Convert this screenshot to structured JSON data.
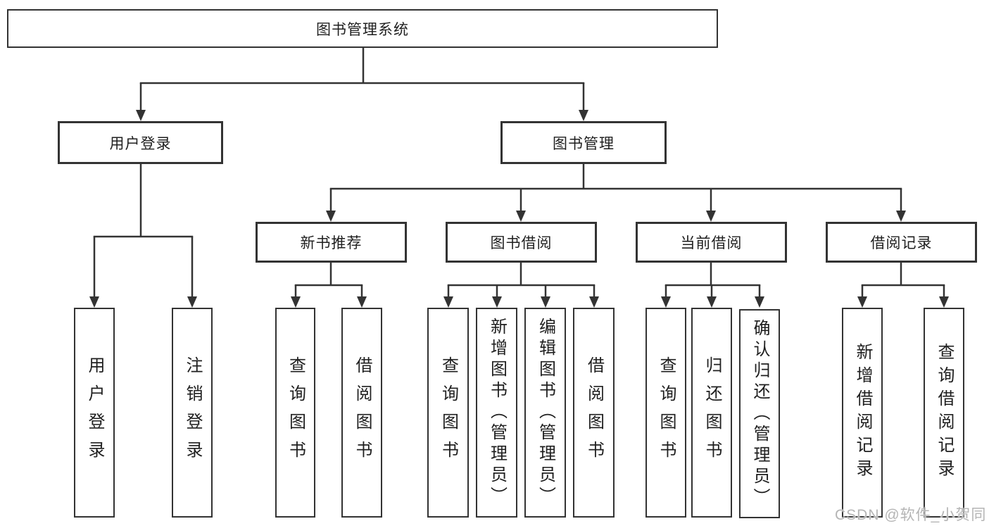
{
  "tree": {
    "root": "图书管理系统",
    "branches": [
      {
        "label": "用户登录",
        "leaves": [
          "用户登录",
          "注销登录"
        ]
      },
      {
        "label": "图书管理",
        "groups": [
          {
            "label": "新书推荐",
            "leaves": [
              "查询图书",
              "借阅图书"
            ]
          },
          {
            "label": "图书借阅",
            "leaves": [
              "查询图书",
              "新增图书（管理员）",
              "编辑图书（管理员）",
              "借阅图书"
            ]
          },
          {
            "label": "当前借阅",
            "leaves": [
              "查询图书",
              "归还图书",
              "确认归还（管理员）"
            ]
          },
          {
            "label": "借阅记录",
            "leaves": [
              "新增借阅记录",
              "查询借阅记录"
            ]
          }
        ]
      }
    ]
  },
  "watermark": "CSDN @软件_小贺同学",
  "colors": {
    "line": "#333333",
    "box_border": "#333333",
    "box_fill": "#ffffff",
    "text": "#1f1f1f",
    "watermark": "#b5b5b5",
    "background": "#ffffff"
  }
}
